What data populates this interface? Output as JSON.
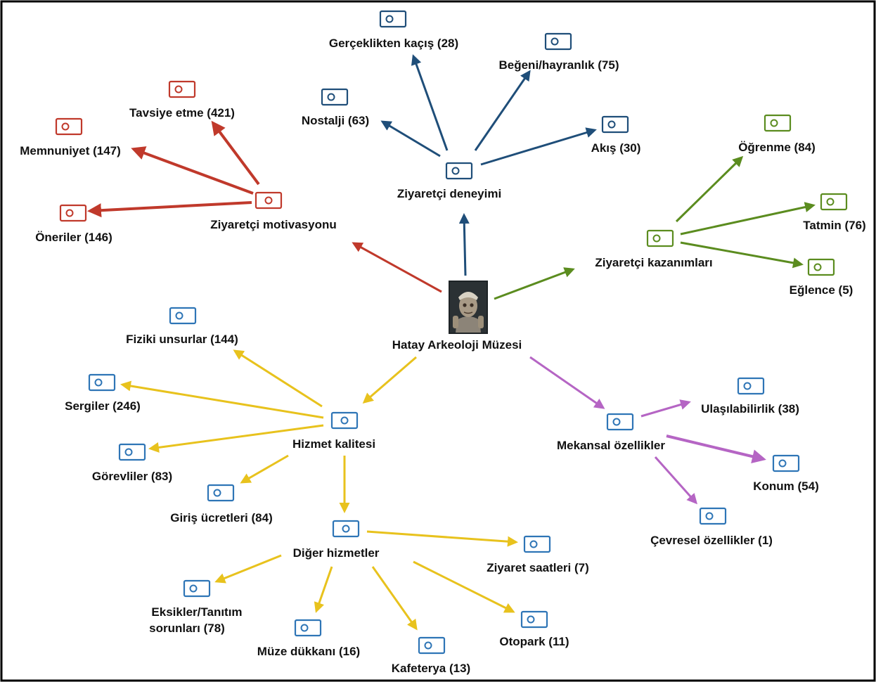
{
  "center": {
    "label": "Hatay Arkeoloji Müzesi",
    "icon": "museum-statue-photo"
  },
  "colors": {
    "red": "#c0392b",
    "blue": "#1f4e79",
    "green": "#5b8c1f",
    "yellow": "#e8c21d",
    "purple": "#b565c4",
    "tag_blue": "#2e75b6"
  },
  "tag_icon": "code-document-icon",
  "groups": {
    "motivation": {
      "label": "Ziyaretçi motivasyonu",
      "children": [
        "Memnuniyet (147)",
        "Tavsiye etme (421)",
        "Öneriler (146)"
      ]
    },
    "experience": {
      "label": "Ziyaretçi deneyimi",
      "children": [
        "Gerçeklikten kaçış (28)",
        "Beğeni/hayranlık (75)",
        "Nostalji (63)",
        "Akış (30)"
      ]
    },
    "gains": {
      "label": "Ziyaretçi kazanımları",
      "children": [
        "Öğrenme (84)",
        "Tatmin (76)",
        "Eğlence (5)"
      ]
    },
    "service": {
      "label": "Hizmet kalitesi",
      "children": [
        "Fiziki unsurlar (144)",
        "Sergiler (246)",
        "Görevliler (83)",
        "Giriş ücretleri (84)"
      ]
    },
    "other": {
      "label": "Diğer hizmetler",
      "children": [
        "Ziyaret saatleri (7)",
        "Eksikler/Tanıtım",
        "sorunları (78)",
        "Müze dükkanı (16)",
        "Kafeterya (13)",
        "Otopark (11)"
      ]
    },
    "spatial": {
      "label": "Mekansal özellikler",
      "children": [
        "Ulaşılabilirlik (38)",
        "Konum (54)",
        "Çevresel özellikler (1)"
      ]
    }
  }
}
